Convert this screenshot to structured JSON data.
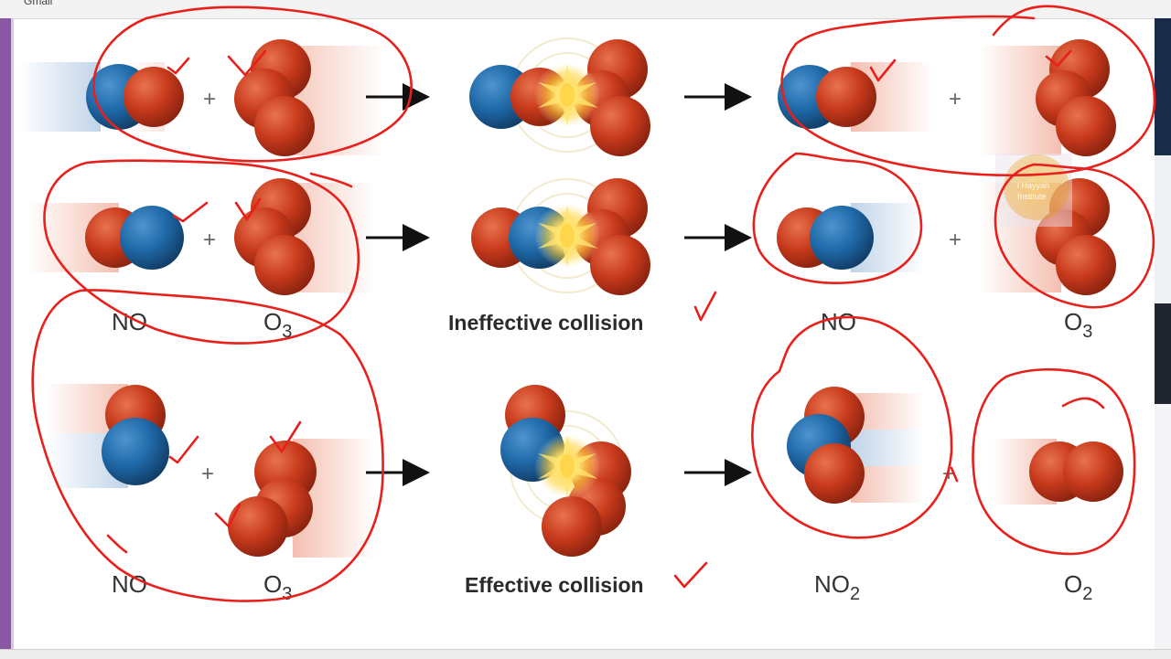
{
  "window": {
    "tab_title": "Gmail"
  },
  "diagram": {
    "rows": [
      {
        "reactants": [
          "",
          ""
        ],
        "collision": "",
        "products": [
          "",
          ""
        ]
      },
      {
        "reactants": [
          "NO",
          "O3"
        ],
        "collision": "Ineffective collision",
        "products": [
          "NO",
          "O3"
        ]
      },
      {
        "reactants": [
          "NO",
          "O3"
        ],
        "collision": "Effective collision",
        "products": [
          "NO2",
          "O2"
        ]
      }
    ],
    "labels": {
      "row2_reactant_1": "NO",
      "row2_reactant_2_base": "O",
      "row2_reactant_2_sub": "3",
      "row2_collision": "Ineffective collision",
      "row2_product_1": "NO",
      "row2_product_2_base": "O",
      "row2_product_2_sub": "3",
      "row3_reactant_1": "NO",
      "row3_reactant_2_base": "O",
      "row3_reactant_2_sub": "3",
      "row3_collision": "Effective collision",
      "row3_product_1_base": "NO",
      "row3_product_1_sub": "2",
      "row3_product_2_base": "O",
      "row3_product_2_sub": "2"
    },
    "plus_sign": "+",
    "atom_colors": {
      "oxygen": "#c83a1c",
      "nitrogen": "#1f69a8"
    }
  },
  "watermark": {
    "line1": "l Hayyan",
    "line2": "Institute"
  },
  "annotation": {
    "ink_color": "#e8201c"
  }
}
